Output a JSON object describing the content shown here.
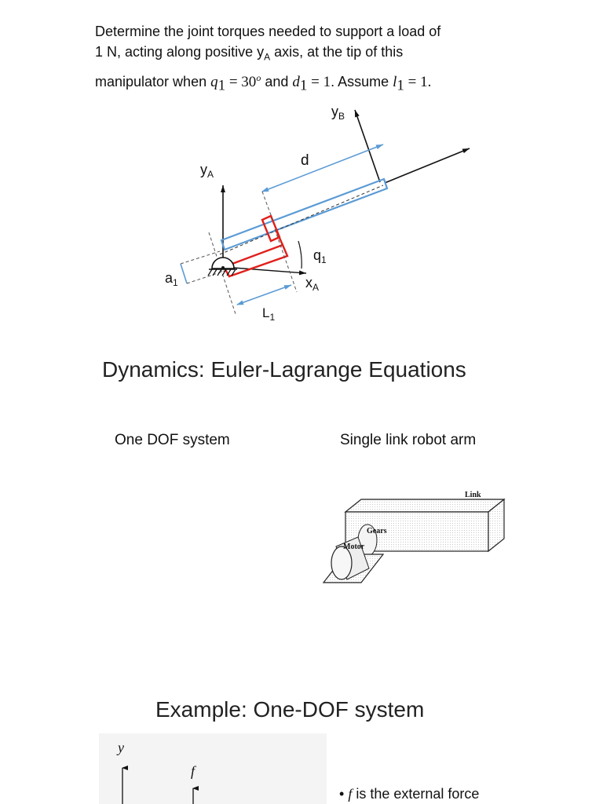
{
  "problem": {
    "line1": "Determine the joint torques needed to support a load of",
    "line2_a": "1 N, acting along positive y",
    "line2_sub": "A",
    "line2_b": " axis, at the tip of this",
    "line3_a": "manipulator when ",
    "q_var": "q",
    "q_sub": "1",
    "eq_30": " = 30",
    "deg": "o",
    "and": " and ",
    "d_var": "d",
    "d_sub": "1",
    "eq_1a": " = 1",
    "assume": ". Assume ",
    "l_var": "l",
    "l_sub": "1",
    "eq_1b": " = 1."
  },
  "manipulator_diagram": {
    "yB_main": "y",
    "yB_sub": "B",
    "d_label": "d",
    "yA_main": "y",
    "yA_sub": "A",
    "q1_main": "q",
    "q1_sub": "1",
    "a1_main": "a",
    "a1_sub": "1",
    "xA_main": "x",
    "xA_sub": "A",
    "L1_main": "L",
    "L1_sub": "1",
    "colors": {
      "link_blue": "#5b9bd5",
      "link_red": "#e0201c"
    }
  },
  "section1": {
    "title": "Dynamics: Euler-Lagrange Equations",
    "left_heading": "One DOF system",
    "right_heading": "Single link robot arm"
  },
  "robot_arm_figure": {
    "link_label": "Link",
    "gears_label": "Gears",
    "motor_label": "Motor"
  },
  "section2": {
    "title": "Example: One-DOF system",
    "fig_y": "y",
    "fig_f": "f",
    "bullet_sym": "•",
    "bullet_var": "f",
    "bullet_text": " is the external force"
  }
}
